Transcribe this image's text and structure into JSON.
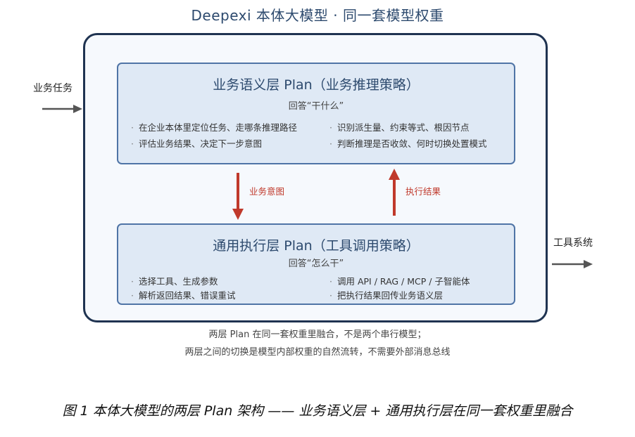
{
  "title": "Deepexi 本体大模型 · 同一套模型权重",
  "input": {
    "label": "业务任务"
  },
  "output": {
    "label": "工具系统"
  },
  "top_layer": {
    "title": "业务语义层 Plan（业务推理策略）",
    "subtitle": "回答“干什么”",
    "bullets_left": [
      "在企业本体里定位任务、走哪条推理路径",
      "评估业务结果、决定下一步意图"
    ],
    "bullets_right": [
      "识别派生量、约束等式、根因节点",
      "判断推理是否收敛、何时切换处置模式"
    ]
  },
  "bottom_layer": {
    "title": "通用执行层 Plan（工具调用策略）",
    "subtitle": "回答“怎么干”",
    "bullets_left": [
      "选择工具、生成参数",
      "解析返回结果、错误重试"
    ],
    "bullets_right": [
      "调用 API / RAG / MCP / 子智能体",
      "把执行结果回传业务语义层"
    ]
  },
  "flows": {
    "down_label": "业务意图",
    "up_label": "执行结果"
  },
  "notes": [
    "两层 Plan 在同一套权重里融合，不是两个串行模型；",
    "两层之间的切换是模型内部权重的自然流转，不需要外部消息总线"
  ],
  "caption": "图 1  本体大模型的两层 Plan 架构 —— 业务语义层 + 通用执行层在同一套权重里融合",
  "colors": {
    "frame": "#1f3351",
    "layer_border": "#4f74a6",
    "layer_fill": "#dfe9f5",
    "flow_arrow": "#c0392b",
    "side_arrow": "#555555"
  },
  "icons": {
    "bullet": "·"
  }
}
